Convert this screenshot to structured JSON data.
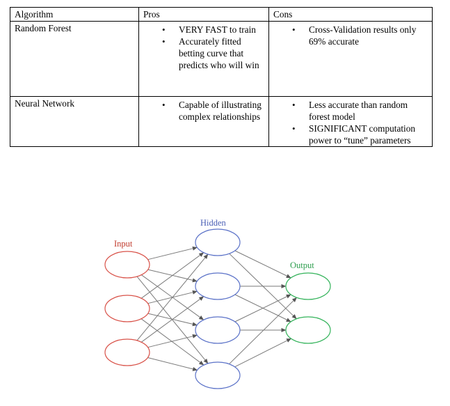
{
  "table": {
    "headers": [
      "Algorithm",
      "Pros",
      "Cons"
    ],
    "rows": [
      {
        "algorithm": "Random Forest",
        "pros": [
          "VERY FAST to train",
          "Accurately fitted betting curve that predicts who will win"
        ],
        "cons": [
          "Cross-Validation results only 69% accurate"
        ]
      },
      {
        "algorithm": "Neural Network",
        "pros": [
          "Capable of illustrating complex relationships"
        ],
        "cons": [
          "Less accurate than random forest model",
          "SIGNIFICANT computation power to “tune” parameters"
        ]
      }
    ]
  },
  "diagram": {
    "input_label": "Input",
    "hidden_label": "Hidden",
    "output_label": "Output",
    "input_count": 3,
    "hidden_count": 4,
    "output_count": 2,
    "colors": {
      "input": "#d9534a",
      "hidden": "#5b72c8",
      "output": "#33b35a",
      "edge": "#7a7a7a",
      "label_input": "#c0392b",
      "label_hidden": "#4a5fb5",
      "label_output": "#2e9e4f"
    }
  }
}
